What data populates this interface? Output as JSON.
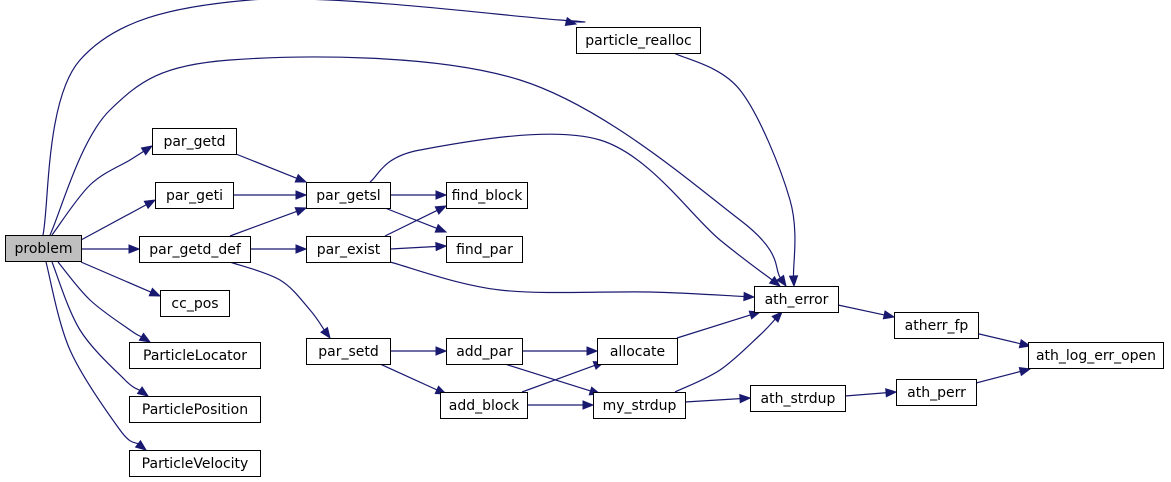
{
  "graph": {
    "nodes": [
      {
        "id": "problem",
        "label": "problem",
        "root": true
      },
      {
        "id": "particle_realloc",
        "label": "particle_realloc"
      },
      {
        "id": "par_getd",
        "label": "par_getd"
      },
      {
        "id": "par_geti",
        "label": "par_geti"
      },
      {
        "id": "par_getd_def",
        "label": "par_getd_def"
      },
      {
        "id": "cc_pos",
        "label": "cc_pos"
      },
      {
        "id": "ParticleLocator",
        "label": "ParticleLocator"
      },
      {
        "id": "ParticlePosition",
        "label": "ParticlePosition"
      },
      {
        "id": "ParticleVelocity",
        "label": "ParticleVelocity"
      },
      {
        "id": "par_getsl",
        "label": "par_getsl"
      },
      {
        "id": "par_exist",
        "label": "par_exist"
      },
      {
        "id": "par_setd",
        "label": "par_setd"
      },
      {
        "id": "find_block",
        "label": "find_block"
      },
      {
        "id": "find_par",
        "label": "find_par"
      },
      {
        "id": "add_par",
        "label": "add_par"
      },
      {
        "id": "add_block",
        "label": "add_block"
      },
      {
        "id": "allocate",
        "label": "allocate"
      },
      {
        "id": "my_strdup",
        "label": "my_strdup"
      },
      {
        "id": "ath_error",
        "label": "ath_error"
      },
      {
        "id": "ath_strdup",
        "label": "ath_strdup"
      },
      {
        "id": "atherr_fp",
        "label": "atherr_fp"
      },
      {
        "id": "ath_perr",
        "label": "ath_perr"
      },
      {
        "id": "ath_log_err_open",
        "label": "ath_log_err_open"
      }
    ],
    "edges": [
      {
        "from": "problem",
        "to": "particle_realloc"
      },
      {
        "from": "problem",
        "to": "ath_error"
      },
      {
        "from": "problem",
        "to": "par_getd"
      },
      {
        "from": "problem",
        "to": "par_geti"
      },
      {
        "from": "problem",
        "to": "par_getd_def"
      },
      {
        "from": "problem",
        "to": "cc_pos"
      },
      {
        "from": "problem",
        "to": "ParticleLocator"
      },
      {
        "from": "problem",
        "to": "ParticlePosition"
      },
      {
        "from": "problem",
        "to": "ParticleVelocity"
      },
      {
        "from": "particle_realloc",
        "to": "ath_error"
      },
      {
        "from": "par_getd",
        "to": "par_getsl"
      },
      {
        "from": "par_geti",
        "to": "par_getsl"
      },
      {
        "from": "par_getd_def",
        "to": "par_getsl"
      },
      {
        "from": "par_getd_def",
        "to": "par_exist"
      },
      {
        "from": "par_getd_def",
        "to": "par_setd"
      },
      {
        "from": "par_getsl",
        "to": "find_block"
      },
      {
        "from": "par_getsl",
        "to": "find_par"
      },
      {
        "from": "par_getsl",
        "to": "ath_error"
      },
      {
        "from": "par_exist",
        "to": "find_block"
      },
      {
        "from": "par_exist",
        "to": "find_par"
      },
      {
        "from": "par_exist",
        "to": "ath_error"
      },
      {
        "from": "par_setd",
        "to": "add_par"
      },
      {
        "from": "par_setd",
        "to": "add_block"
      },
      {
        "from": "add_par",
        "to": "allocate"
      },
      {
        "from": "add_par",
        "to": "my_strdup"
      },
      {
        "from": "add_block",
        "to": "allocate"
      },
      {
        "from": "add_block",
        "to": "my_strdup"
      },
      {
        "from": "allocate",
        "to": "ath_error"
      },
      {
        "from": "my_strdup",
        "to": "ath_error"
      },
      {
        "from": "my_strdup",
        "to": "ath_strdup"
      },
      {
        "from": "ath_error",
        "to": "atherr_fp"
      },
      {
        "from": "ath_strdup",
        "to": "ath_perr"
      },
      {
        "from": "atherr_fp",
        "to": "ath_log_err_open"
      },
      {
        "from": "ath_perr",
        "to": "ath_log_err_open"
      }
    ]
  },
  "colors": {
    "edge": "#191970",
    "root_fill": "#bfbfbf",
    "node_fill": "#ffffff",
    "node_border": "#000000"
  }
}
